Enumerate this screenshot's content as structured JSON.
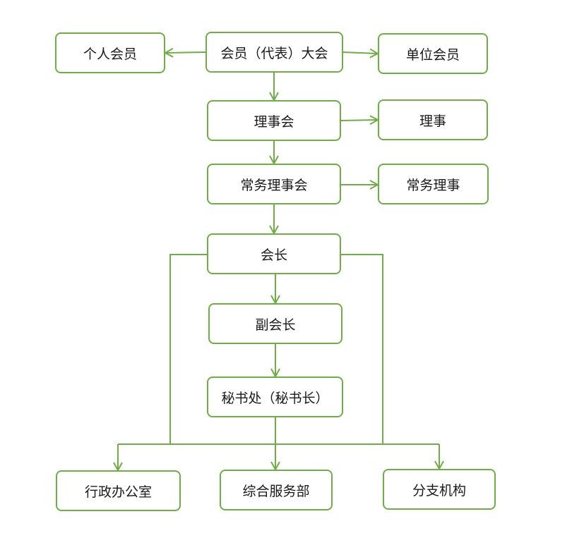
{
  "colors": {
    "line": "#70ad47",
    "text": "#1a1a1a",
    "background": "#ffffff"
  },
  "nodes": {
    "assembly": "会员（代表）大会",
    "individual_members": "个人会员",
    "unit_members": "单位会员",
    "council": "理事会",
    "directors": "理事",
    "standing_council": "常务理事会",
    "standing_directors": "常务理事",
    "president": "会长",
    "vice_president": "副会长",
    "secretariat": "秘书处（秘书长）",
    "admin_office": "行政办公室",
    "general_services": "综合服务部",
    "branches": "分支机构"
  },
  "edges": [
    {
      "from": "assembly",
      "to": "individual_members"
    },
    {
      "from": "assembly",
      "to": "unit_members"
    },
    {
      "from": "assembly",
      "to": "council"
    },
    {
      "from": "council",
      "to": "directors"
    },
    {
      "from": "council",
      "to": "standing_council"
    },
    {
      "from": "standing_council",
      "to": "standing_directors"
    },
    {
      "from": "standing_council",
      "to": "president"
    },
    {
      "from": "president",
      "to": "vice_president"
    },
    {
      "from": "vice_president",
      "to": "secretariat"
    },
    {
      "from": "secretariat",
      "to": "admin_office"
    },
    {
      "from": "secretariat",
      "to": "general_services"
    },
    {
      "from": "secretariat",
      "to": "branches"
    },
    {
      "from": "president",
      "to": "admin_office"
    },
    {
      "from": "president",
      "to": "branches"
    }
  ]
}
